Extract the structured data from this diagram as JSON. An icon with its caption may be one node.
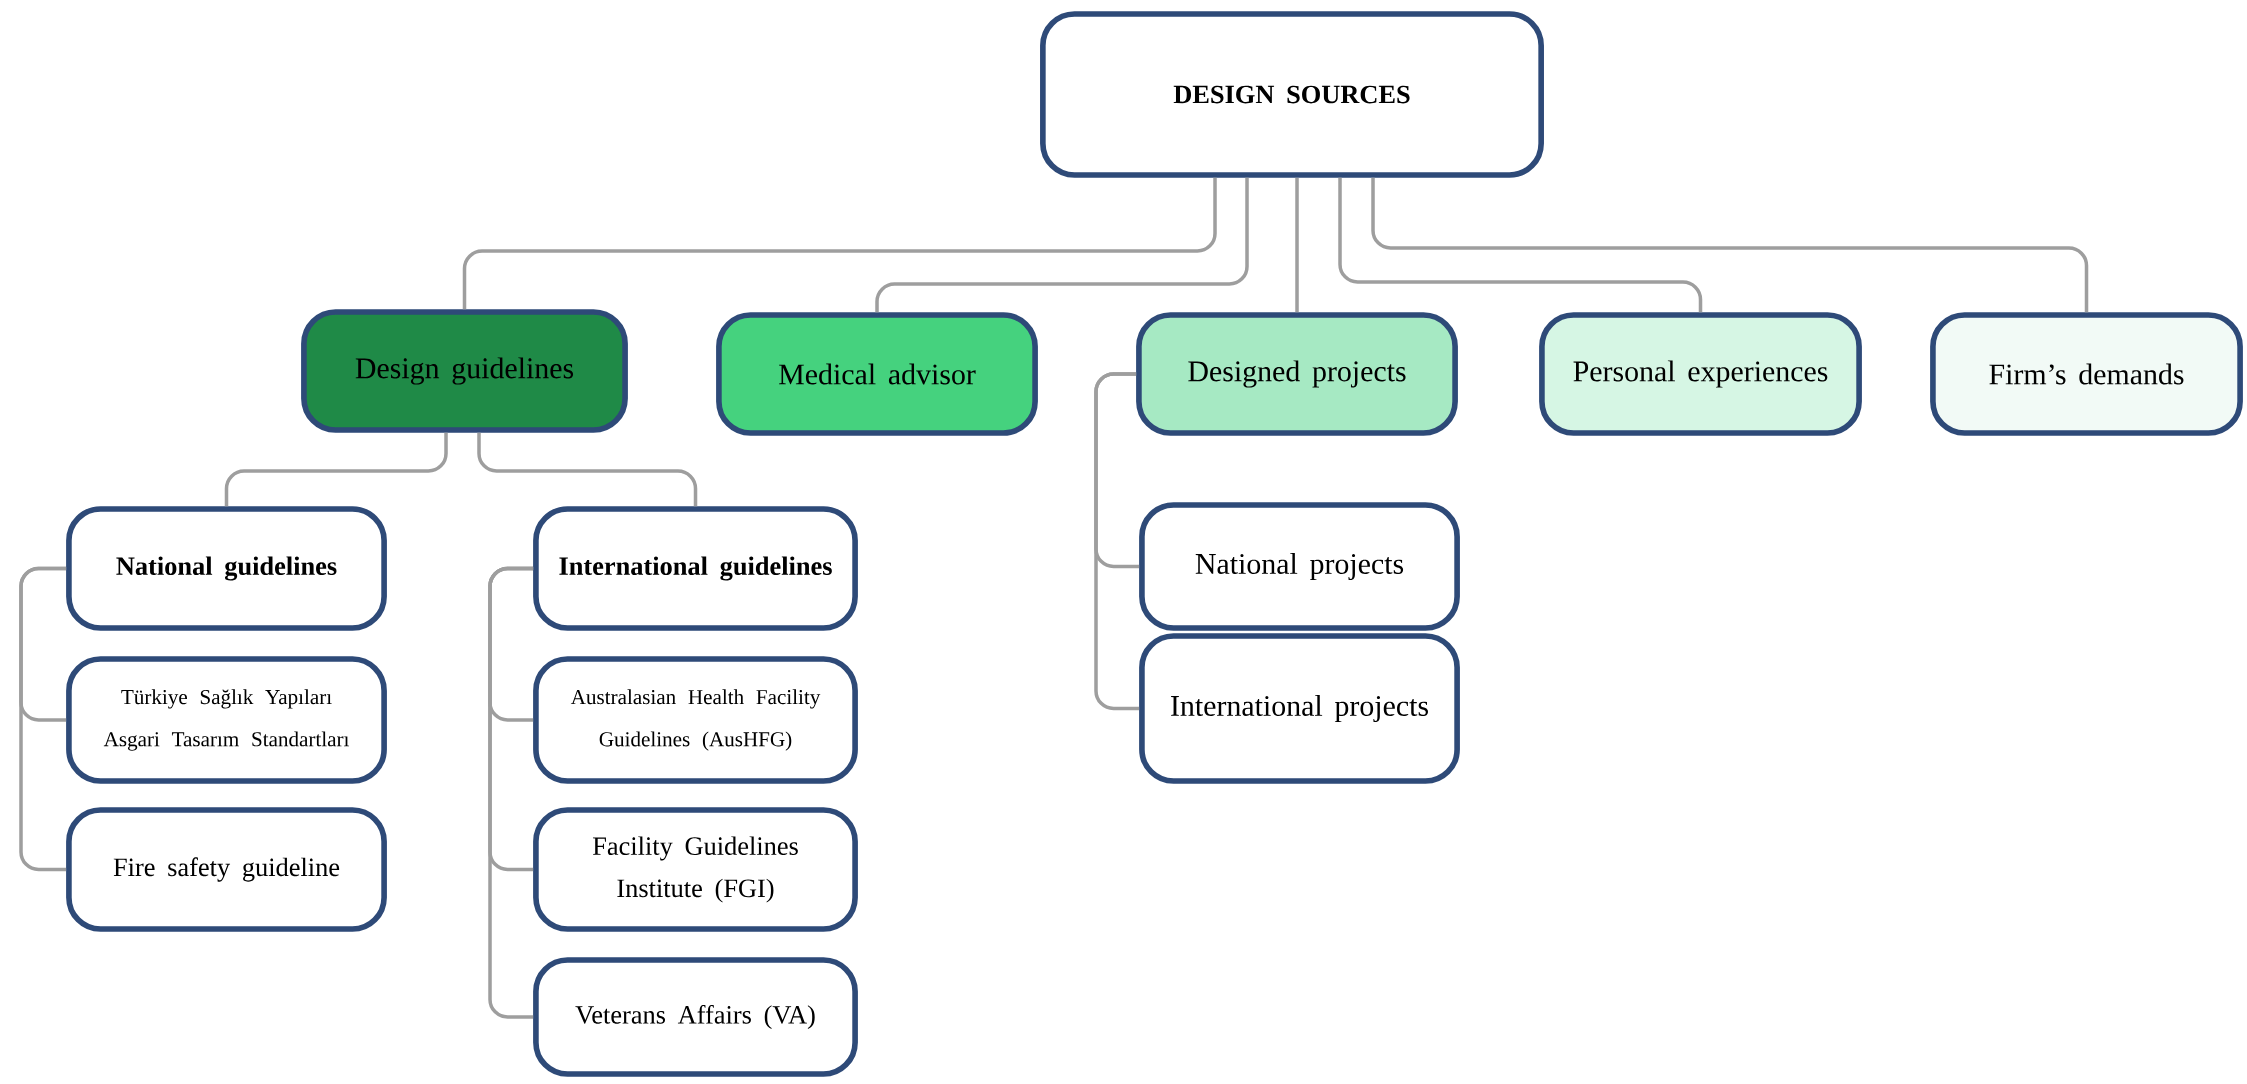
{
  "diagram": {
    "nodes": [
      {
        "text": [
          "DESIGN SOURCES"
        ]
      },
      {
        "text": [
          "Design guidelines"
        ]
      },
      {
        "text": [
          "Medical advisor"
        ]
      },
      {
        "text": [
          "Designed projects"
        ]
      },
      {
        "text": [
          "Personal experiences"
        ]
      },
      {
        "text": [
          "Firm’s demands"
        ]
      },
      {
        "text": [
          "National guidelines"
        ]
      },
      {
        "text": [
          "Türkiye Sağlık Yapıları Asgari Tasarım Standartları"
        ]
      },
      {
        "text": [
          "Fire safety guideline"
        ]
      },
      {
        "text": [
          "International guidelines"
        ]
      },
      {
        "text": [
          "Australasian Health Facility Guidelines (AusHFG)"
        ]
      },
      {
        "text": [
          "Facility Guidelines Institute (FGI)"
        ]
      },
      {
        "text": [
          "Veterans Affairs (VA)"
        ]
      },
      {
        "text": [
          "National projects"
        ]
      },
      {
        "text": [
          "International projects"
        ]
      }
    ],
    "edges": [
      {
        "from": 0,
        "to": 1,
        "arrow": "none"
      },
      {
        "from": 0,
        "to": 2,
        "arrow": "none"
      },
      {
        "from": 0,
        "to": 3,
        "arrow": "none"
      },
      {
        "from": 0,
        "to": 4,
        "arrow": "none"
      },
      {
        "from": 0,
        "to": 5,
        "arrow": "none"
      },
      {
        "from": 1,
        "to": 6,
        "arrow": "none"
      },
      {
        "from": 1,
        "to": 9,
        "arrow": "none"
      },
      {
        "from": 6,
        "to": 7,
        "arrow": "none"
      },
      {
        "from": 6,
        "to": 8,
        "arrow": "none"
      },
      {
        "from": 9,
        "to": 10,
        "arrow": "none"
      },
      {
        "from": 9,
        "to": 11,
        "arrow": "none"
      },
      {
        "from": 9,
        "to": 12,
        "arrow": "none"
      },
      {
        "from": 3,
        "to": 13,
        "arrow": "none"
      },
      {
        "from": 3,
        "to": 14,
        "arrow": "none"
      }
    ]
  }
}
